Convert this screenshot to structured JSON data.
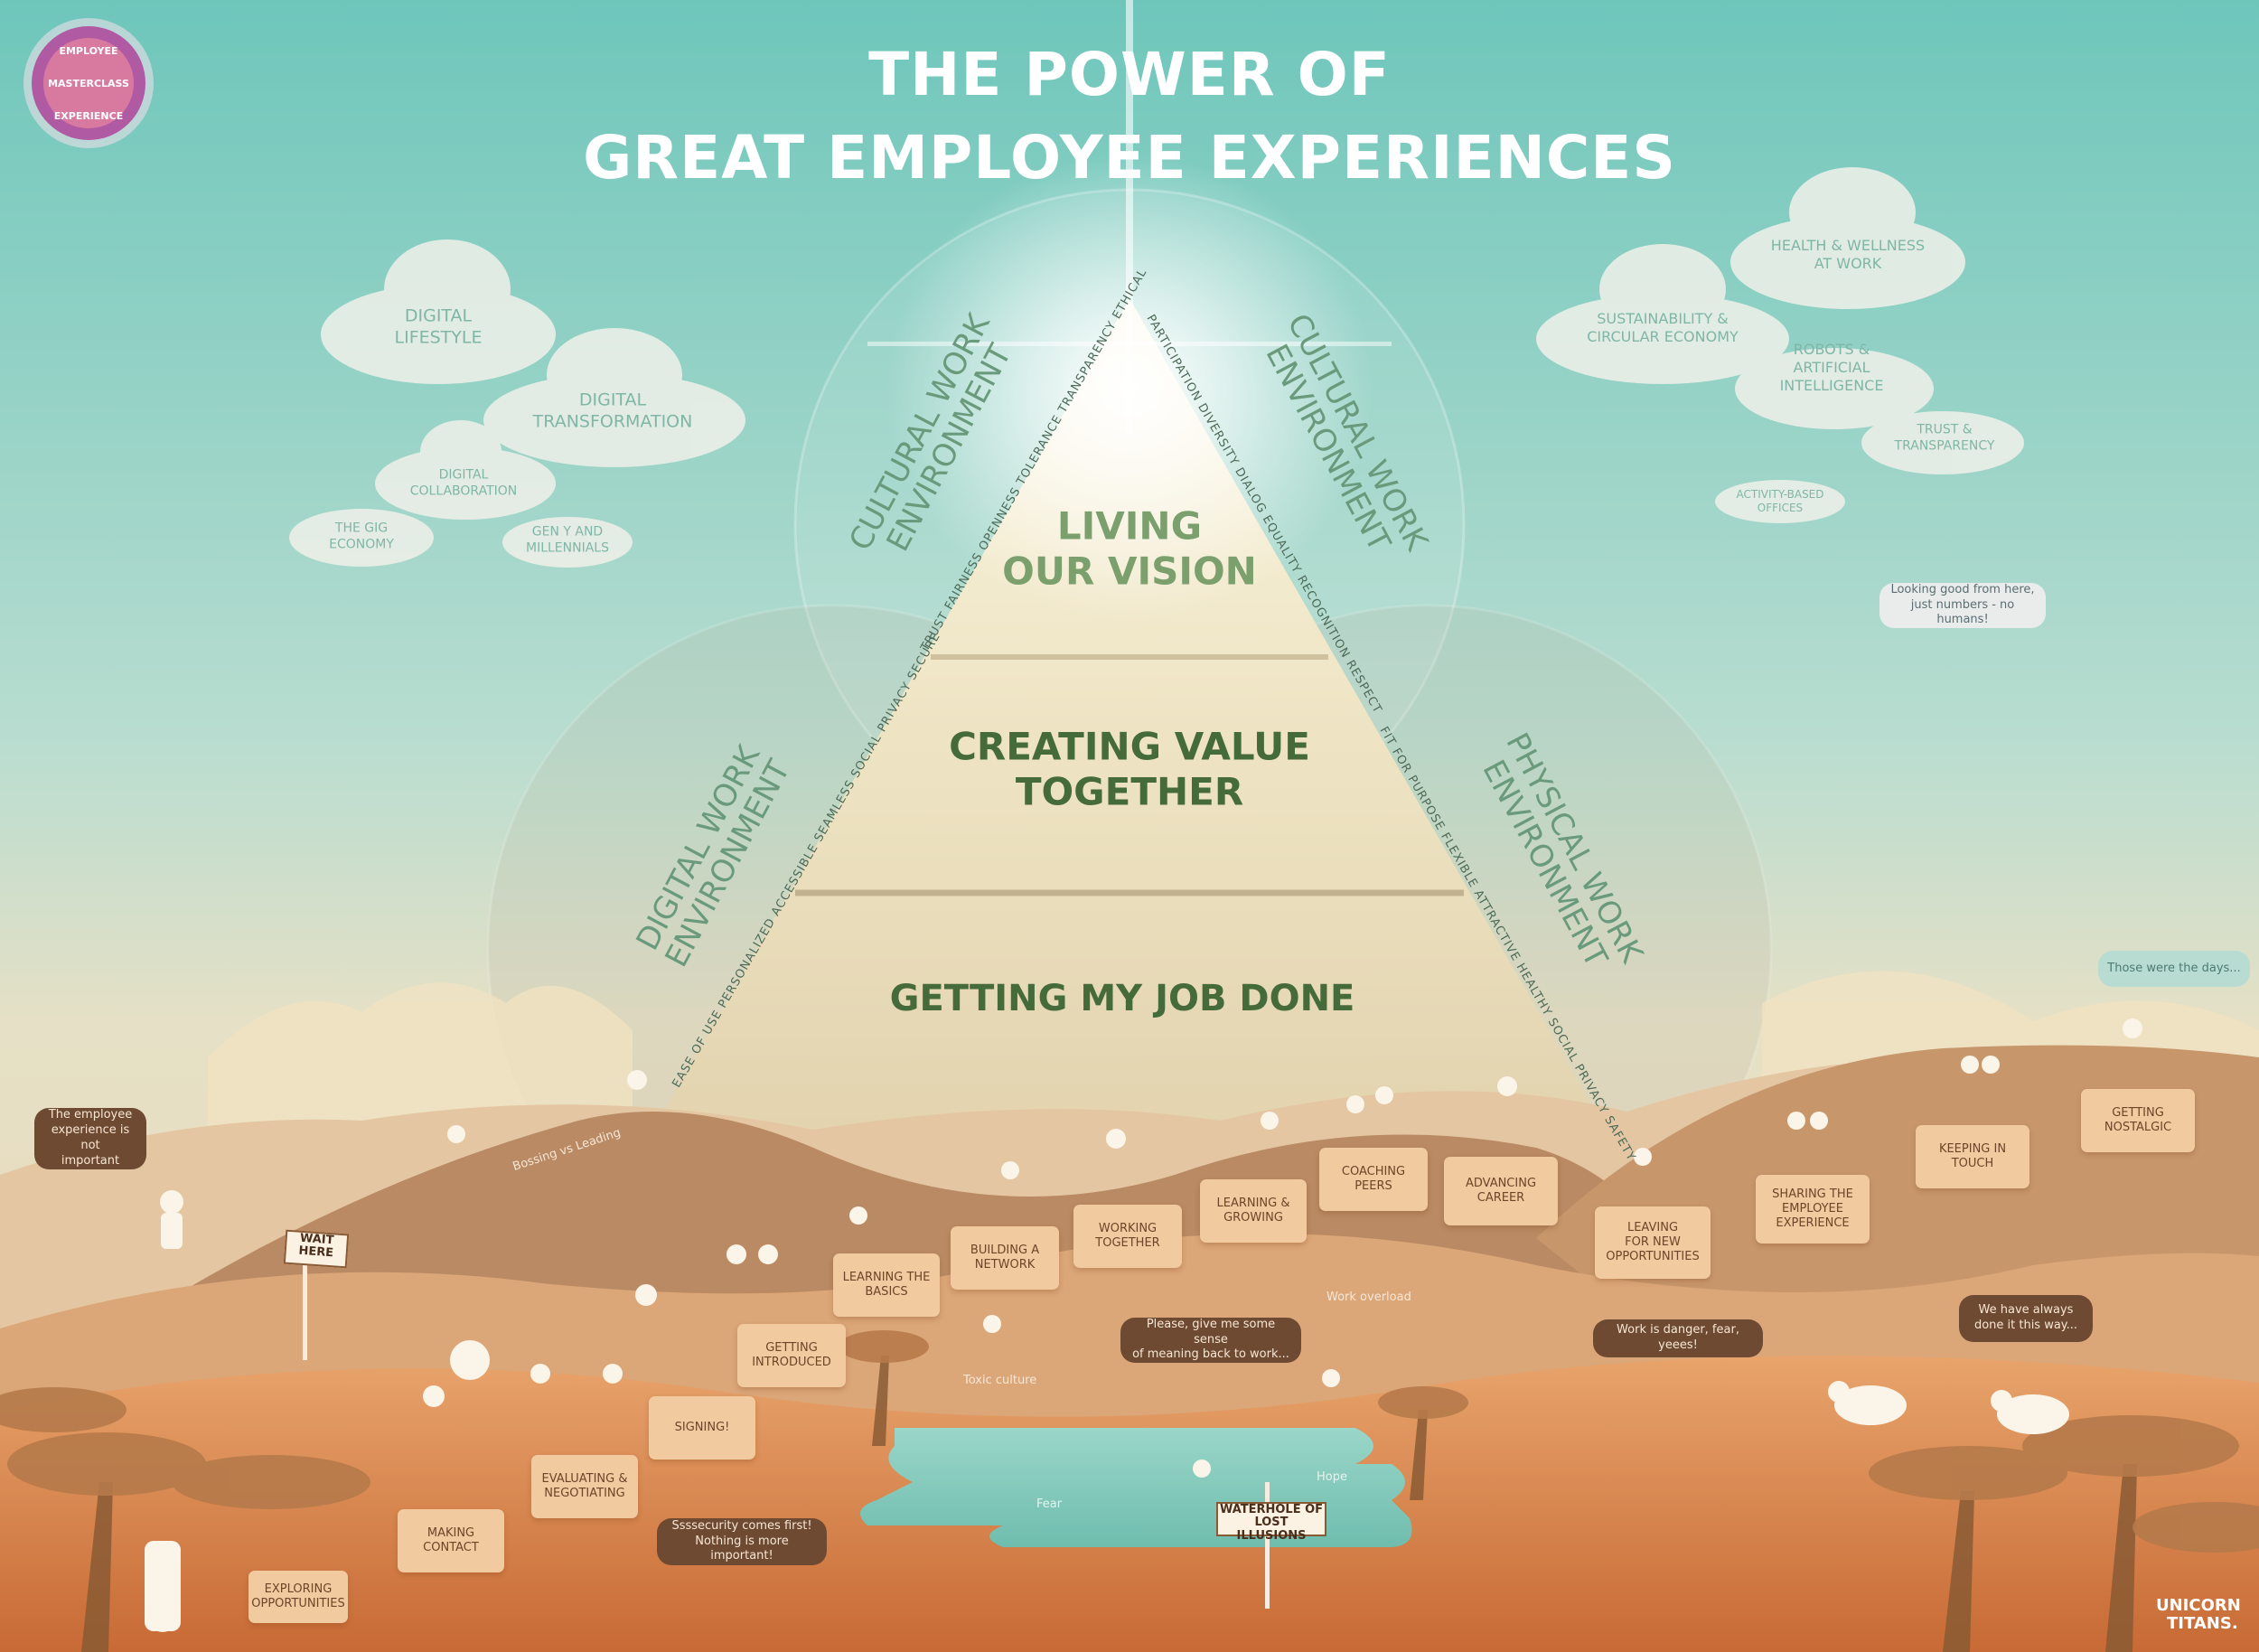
{
  "title": {
    "line1": "THE POWER OF",
    "line2": "GREAT EMPLOYEE EXPERIENCES"
  },
  "logo": {
    "top": "EMPLOYEE",
    "middle": "MASTERCLASS",
    "bottom": "EXPERIENCE"
  },
  "brand": {
    "line1": "UNICORN",
    "line2": "TITANS."
  },
  "clouds_left": [
    {
      "label": "DIGITAL\nLIFESTYLE"
    },
    {
      "label": "DIGITAL\nTRANSFORMATION"
    },
    {
      "label": "DIGITAL\nCOLLABORATION"
    },
    {
      "label": "THE GIG\nECONOMY"
    },
    {
      "label": "GEN Y AND\nMILLENNIALS"
    }
  ],
  "clouds_right": [
    {
      "label": "HEALTH & WELLNESS\nAT WORK"
    },
    {
      "label": "SUSTAINABILITY &\nCIRCULAR ECONOMY"
    },
    {
      "label": "ROBOTS &\nARTIFICIAL\nINTELLIGENCE"
    },
    {
      "label": "TRUST &\nTRANSPARENCY"
    },
    {
      "label": "ACTIVITY-BASED\nOFFICES"
    }
  ],
  "pyramid": {
    "top": "LIVING\nOUR VISION",
    "middle": "CREATING VALUE\nTOGETHER",
    "bottom": "GETTING MY JOB DONE"
  },
  "environments": {
    "cultural_left": "CULTURAL WORK\nENVIRONMENT",
    "cultural_right": "CULTURAL WORK\nENVIRONMENT",
    "digital": "DIGITAL WORK\nENVIRONMENT",
    "physical": "PHYSICAL WORK\nENVIRONMENT"
  },
  "edge_words": {
    "upper_left": "TRUST   FAIRNESS   OPENNESS   TOLERANCE   TRANSPARENCY   ETHICAL",
    "upper_right": "PARTICIPATION   DIVERSITY   DIALOG   EQUALITY   RECOGNITION   RESPECT",
    "lower_left": "EASE OF USE   PERSONALIZED   ACCESSIBLE   SEAMLESS   SOCIAL   PRIVACY   SECURE",
    "lower_right": "FIT FOR PURPOSE   FLEXIBLE   ATTRACTIVE   HEALTHY   SOCIAL   PRIVACY   SAFETY"
  },
  "journey": [
    {
      "label": "EXPLORING\nOPPORTUNITIES"
    },
    {
      "label": "MAKING\nCONTACT"
    },
    {
      "label": "EVALUATING &\nNEGOTIATING"
    },
    {
      "label": "SIGNING!"
    },
    {
      "label": "GETTING\nINTRODUCED"
    },
    {
      "label": "LEARNING THE\nBASICS"
    },
    {
      "label": "BUILDING A\nNETWORK"
    },
    {
      "label": "WORKING\nTOGETHER"
    },
    {
      "label": "LEARNING &\nGROWING"
    },
    {
      "label": "COACHING\nPEERS"
    },
    {
      "label": "ADVANCING\nCAREER"
    },
    {
      "label": "LEAVING\nFOR NEW\nOPPORTUNITIES"
    },
    {
      "label": "SHARING THE\nEMPLOYEE\nEXPERIENCE"
    },
    {
      "label": "KEEPING IN\nTOUCH"
    },
    {
      "label": "GETTING\nNOSTALGIC"
    }
  ],
  "bubbles": {
    "not_important": "The employee\nexperience is not\nimportant",
    "meaning": "Please, give me some sense\nof meaning back to work...",
    "security": "Ssssecurity comes first!\nNothing is more important!",
    "danger": "Work is danger, fear, yeees!",
    "always": "We have always\ndone it this way...",
    "looking_good": "Looking good from here,\njust numbers - no humans!",
    "those_days": "Those were the days..."
  },
  "notes": {
    "bossing": "Bossing vs Leading",
    "toxic": "Toxic culture",
    "overload": "Work overload",
    "fear": "Fear",
    "hope": "Hope"
  },
  "signs": {
    "wait": "WAIT\nHERE",
    "waterhole": "WATERHOLE OF\nLOST ILLUSIONS"
  },
  "colors": {
    "sky_top": "#6ec6bb",
    "sky_bottom": "#e4dcc3",
    "dune_light": "#d9b48c",
    "dune_dark": "#b98a63",
    "ground": "#d17d45",
    "box": "#f1caa0",
    "bubble_dark": "#6e4a33",
    "tier_text": "#466b3b",
    "water": "#86cbbe"
  }
}
